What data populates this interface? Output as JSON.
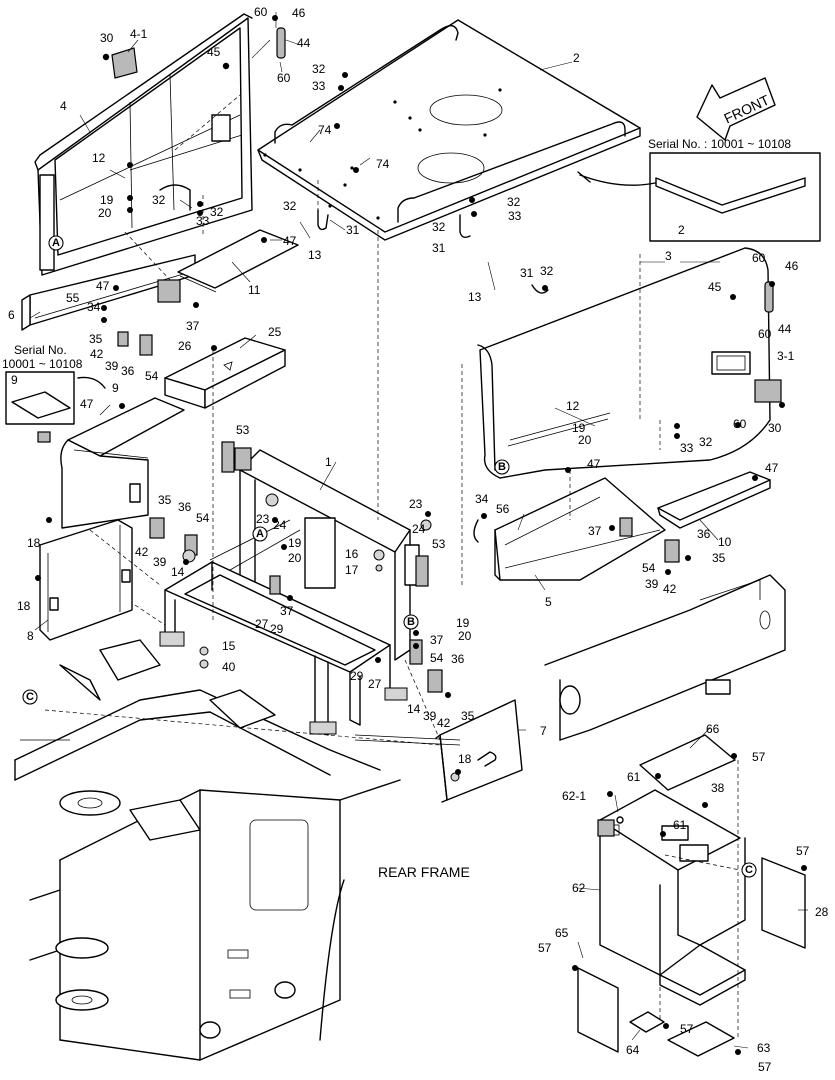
{
  "labels": {
    "l1": "1",
    "l2": "2",
    "l3": "3",
    "l3_1": "3-1",
    "l4": "4",
    "l4_1": "4-1",
    "l5": "5",
    "l6": "6",
    "l7": "7",
    "l8": "8",
    "l9": "9",
    "l9b": "9",
    "l10": "10",
    "l11": "11",
    "l12a": "12",
    "l12b": "12",
    "l13a": "13",
    "l13b": "13",
    "l14a": "14",
    "l14b": "14",
    "l15": "15",
    "l16": "16",
    "l17": "17",
    "l18a": "18",
    "l18b": "18",
    "l18c": "18",
    "l19a": "19",
    "l19b": "19",
    "l19c": "19",
    "l19d": "19",
    "l20a": "20",
    "l20b": "20",
    "l20c": "20",
    "l23a": "23",
    "l23b": "23",
    "l24a": "24",
    "l24b": "24",
    "l25": "25",
    "l26": "26",
    "l27a": "27",
    "l27b": "27",
    "l28": "28",
    "l29a": "29",
    "l29b": "29",
    "l30a": "30",
    "l30b": "30",
    "l31a": "31",
    "l31b": "31",
    "l31c": "31",
    "l32a": "32",
    "l32b": "32",
    "l32c": "32",
    "l32d": "32",
    "l32e": "32",
    "l32f": "32",
    "l32g": "32",
    "l32h": "32",
    "l33a": "33",
    "l33b": "33",
    "l33c": "33",
    "l33d": "33",
    "l34a": "34",
    "l34b": "34",
    "l35a": "35",
    "l35b": "35",
    "l35c": "35",
    "l35d": "35",
    "l36a": "36",
    "l36b": "36",
    "l36c": "36",
    "l36d": "36",
    "l37a": "37",
    "l37b": "37",
    "l37c": "37",
    "l37d": "37",
    "l38": "38",
    "l39a": "39",
    "l39b": "39",
    "l39c": "39",
    "l39d": "39",
    "l40": "40",
    "l42a": "42",
    "l42b": "42",
    "l42c": "42",
    "l42d": "42",
    "l44a": "44",
    "l44b": "44",
    "l45a": "45",
    "l45b": "45",
    "l46a": "46",
    "l46b": "46",
    "l47a": "47",
    "l47b": "47",
    "l47c": "47",
    "l47d": "47",
    "l47e": "47",
    "l53a": "53",
    "l53b": "53",
    "l54a": "54",
    "l54b": "54",
    "l54c": "54",
    "l54d": "54",
    "l55": "55",
    "l56": "56",
    "l57a": "57",
    "l57b": "57",
    "l57c": "57",
    "l57d": "57",
    "l57e": "57",
    "l60a": "60",
    "l60b": "60",
    "l60c": "60",
    "l60d": "60",
    "l60e": "60",
    "l61a": "61",
    "l61b": "61",
    "l62": "62",
    "l62_1": "62-1",
    "l63": "63",
    "l64": "64",
    "l65": "65",
    "l66": "66",
    "l74a": "74",
    "l74b": "74"
  },
  "callouts": {
    "A1": "A",
    "A2": "A",
    "B1": "B",
    "B2": "B",
    "C1": "C",
    "C2": "C"
  },
  "notes": {
    "serial_top": "Serial No. : 10001 ~ 10108",
    "serial_left_1": "Serial No.",
    "serial_left_2": "10001 ~ 10108",
    "front": "FRONT",
    "rear_frame": "REAR FRAME"
  }
}
